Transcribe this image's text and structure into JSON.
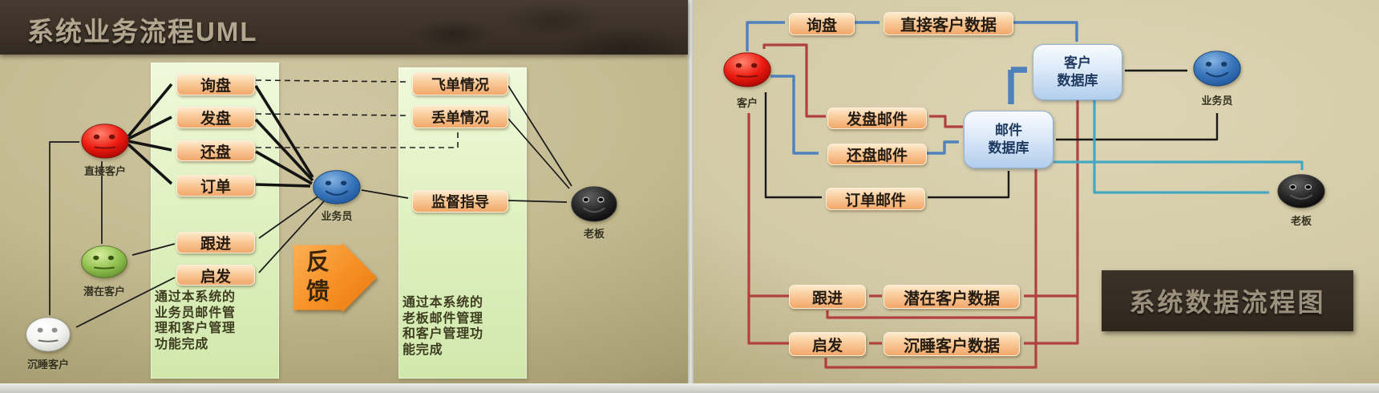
{
  "left_slide": {
    "title": "系统业务流程UML",
    "actors": {
      "direct_customer": "直接客户",
      "potential_customer": "潜在客户",
      "dormant_customer": "沉睡客户",
      "salesperson": "业务员",
      "boss": "老板"
    },
    "process_boxes": {
      "inquiry": "询盘",
      "offer": "发盘",
      "counter_offer": "还盘",
      "order": "订单",
      "follow_up": "跟进",
      "inspire": "启发",
      "fly_order": "飞单情况",
      "lost_order": "丢单情况",
      "supervise": "监督指导"
    },
    "feedback_label": "反馈",
    "note_salesperson": "通过本系统的业务员邮件管理和客户管理功能完成",
    "note_boss": "通过本系统的老板邮件管理和客户管理功能完成"
  },
  "right_slide": {
    "title": "系统数据流程图",
    "actors": {
      "customer": "客户",
      "salesperson": "业务员",
      "boss": "老板"
    },
    "process_boxes": {
      "inquiry": "询盘",
      "direct_customer_data": "直接客户数据",
      "offer_mail": "发盘邮件",
      "counter_offer_mail": "还盘邮件",
      "order_mail": "订单邮件",
      "follow_up": "跟进",
      "potential_customer_data": "潜在客户数据",
      "inspire": "启发",
      "dormant_customer_data": "沉睡客户数据"
    },
    "databases": {
      "customer_db": {
        "line1": "客户",
        "line2": "数据库"
      },
      "mail_db": {
        "line1": "邮件",
        "line2": "数据库"
      }
    }
  },
  "colors": {
    "blue_line": "#4f81bd",
    "red_line": "#b0413e",
    "teal_line": "#45a8c2",
    "black_line": "#191919",
    "orange_box_top": "#fdeacd",
    "orange_box_bottom": "#f1a76a",
    "db_box": "#b2cdec",
    "green_panel": "#e2f2c4",
    "header_bg": "#3a3026",
    "feedback_orange": "#f68f24"
  }
}
